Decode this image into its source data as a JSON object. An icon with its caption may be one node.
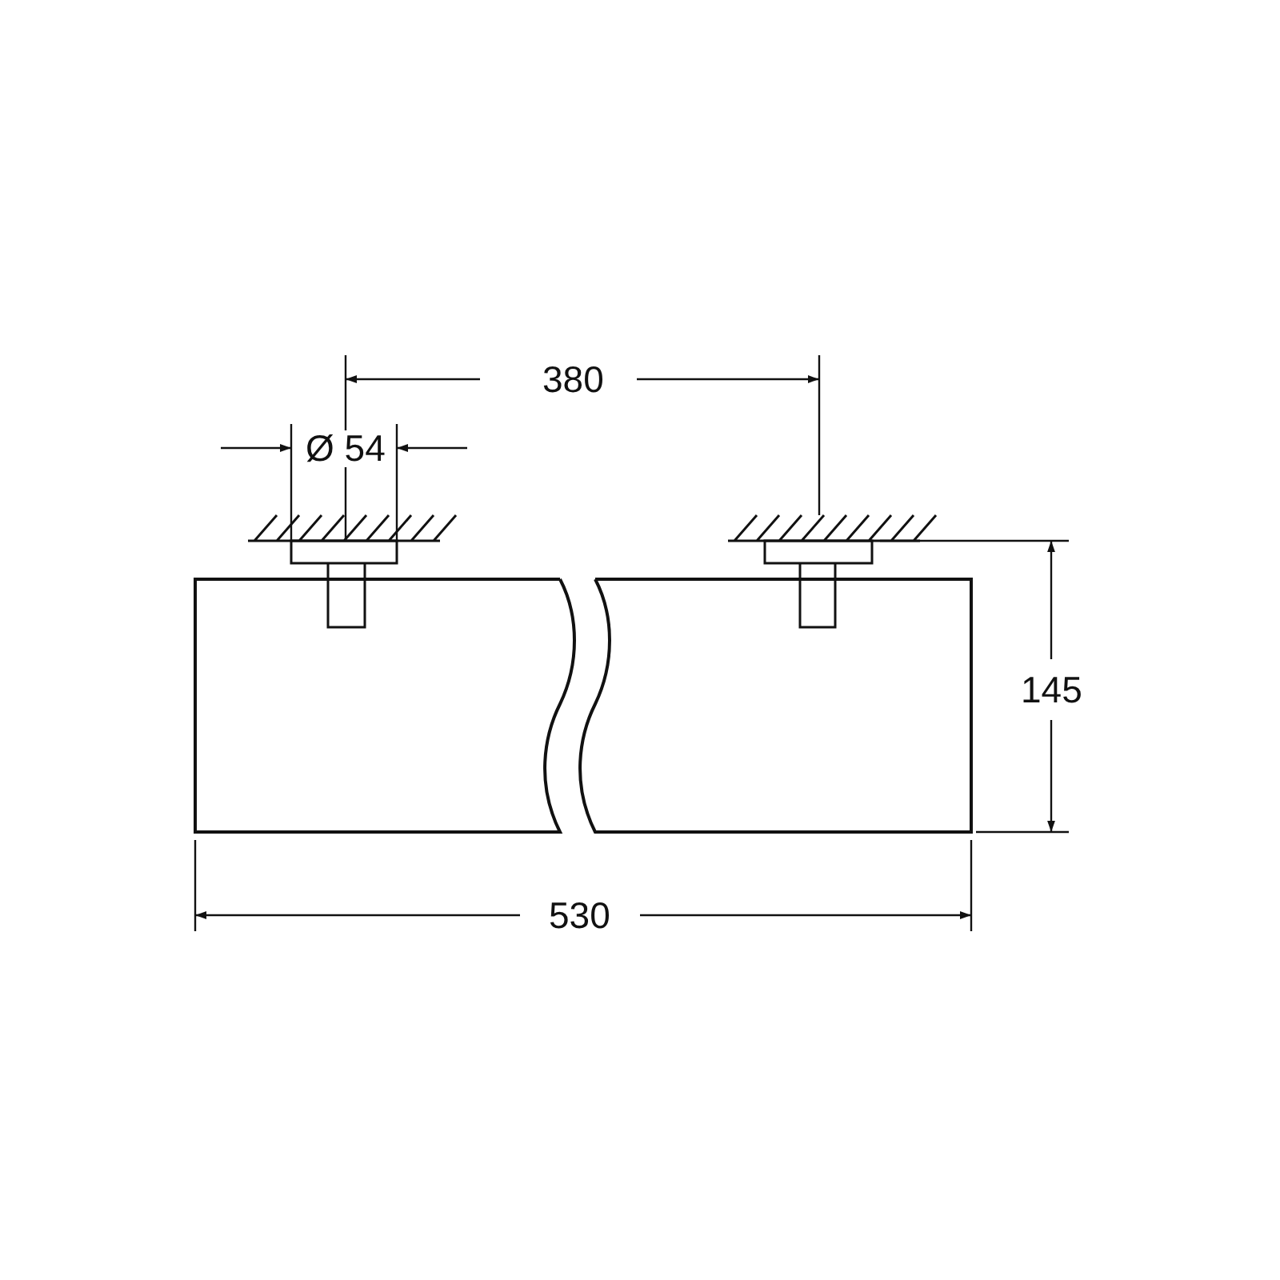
{
  "diagram": {
    "labels": [
      "380",
      "Ø 54",
      "145",
      "530"
    ]
  }
}
